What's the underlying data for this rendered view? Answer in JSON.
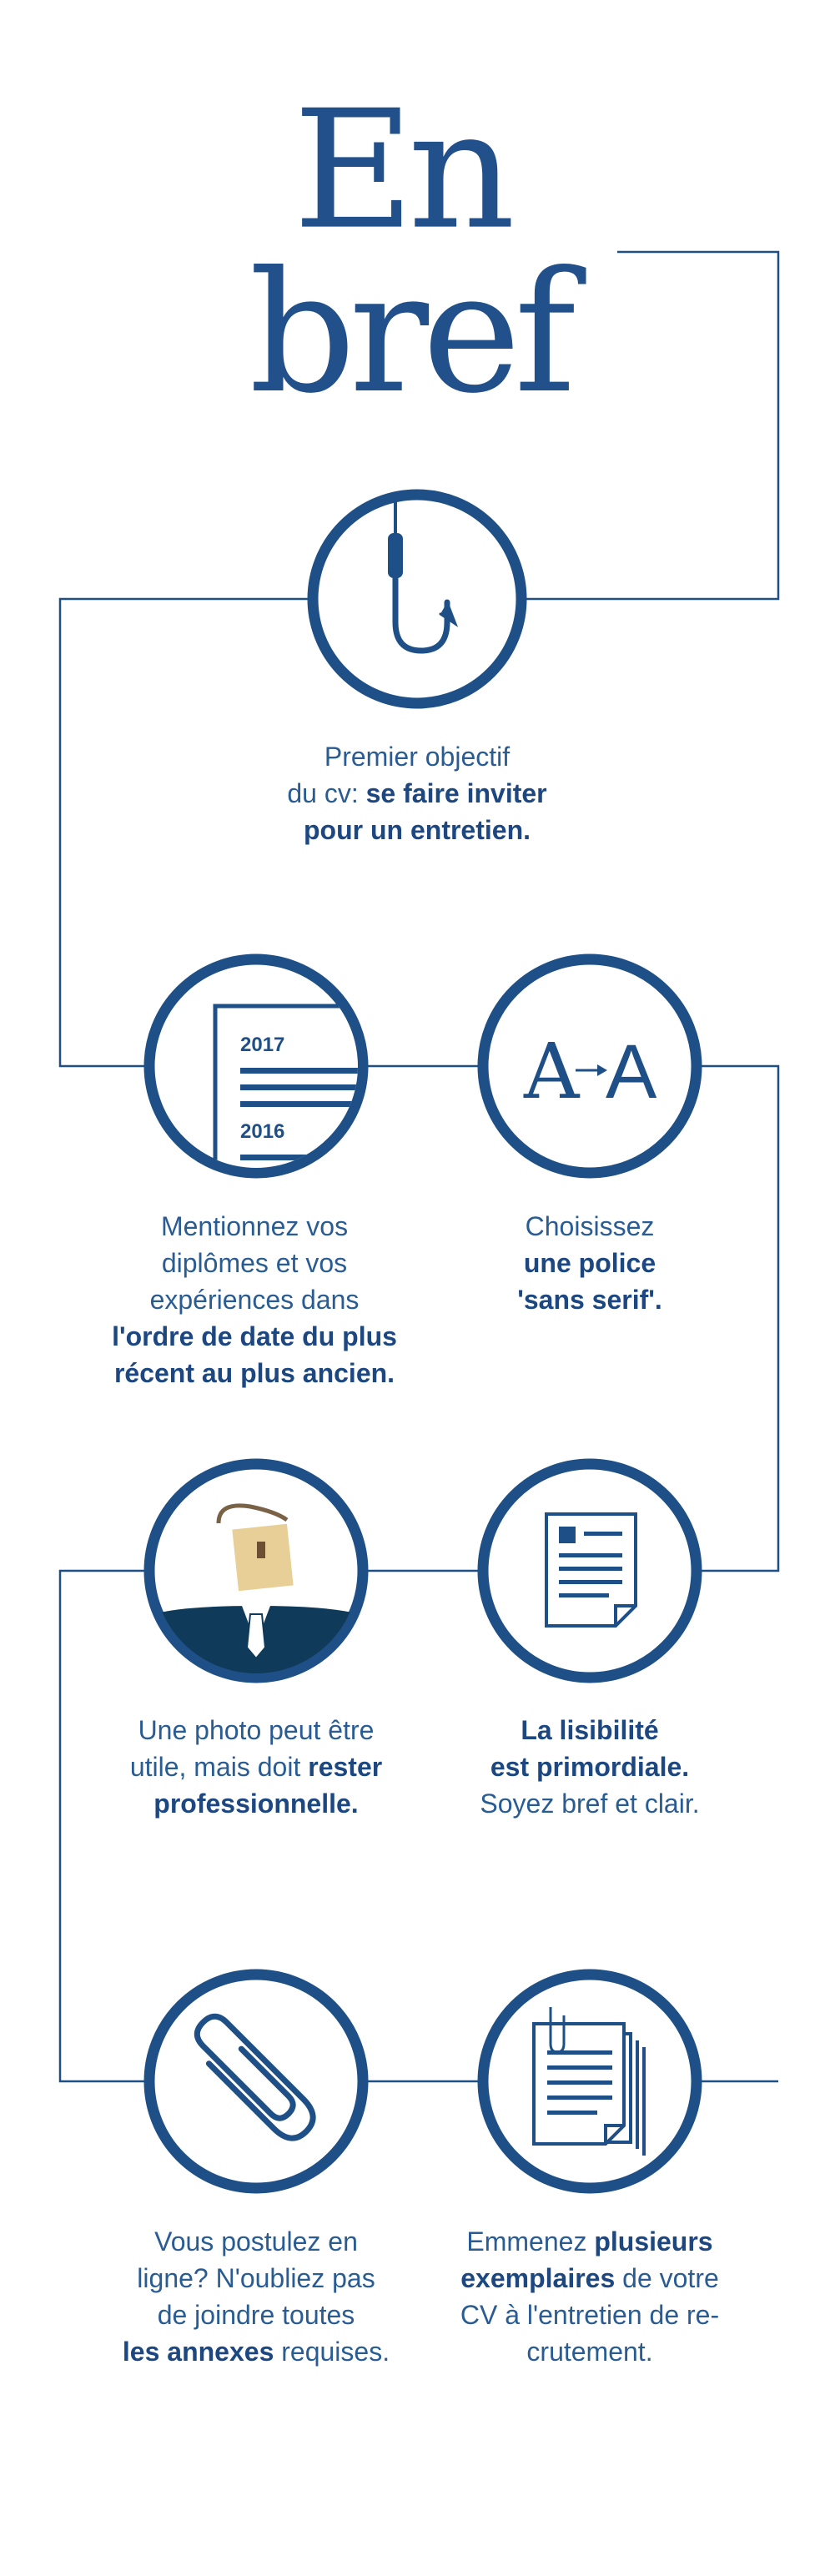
{
  "title": {
    "line1": "En",
    "line2": "bref"
  },
  "colors": {
    "primary": "#1e4f86",
    "navy_dark": "#0f3a5a",
    "tan": "#e8cf97",
    "photo_string": "#7a6247"
  },
  "steps": [
    {
      "icon": "fishing-hook-icon",
      "text_pre": "Premier objectif\ndu cv: ",
      "text_bold": "se faire inviter\npour un entretien.",
      "text_post": ""
    },
    {
      "icon": "diploma-dates-icon",
      "years": [
        "2017",
        "2016"
      ],
      "text_pre": "Mentionnez vos\ndiplômes et vos\nexpériences dans\n",
      "text_bold": "l'ordre de date du plus\nrécent au plus ancien.",
      "text_post": ""
    },
    {
      "icon": "font-change-icon",
      "glyph_from": "A",
      "glyph_to": "A",
      "text_pre": "Choisissez\n",
      "text_bold": "une police\n'sans serif'.",
      "text_post": ""
    },
    {
      "icon": "profile-photo-icon",
      "text_pre": "Une photo peut être\nutile, mais doit ",
      "text_bold": "rester\nprofessionnelle.",
      "text_post": ""
    },
    {
      "icon": "document-icon",
      "text_pre": "",
      "text_bold": "La lisibilité\nest primordiale.",
      "text_post": "\nSoyez bref et clair."
    },
    {
      "icon": "paperclip-icon",
      "text_pre": "Vous postulez en\nligne? N'oubliez pas\nde joindre toutes\n",
      "text_bold": "les annexes",
      "text_post": " requises."
    },
    {
      "icon": "document-copies-icon",
      "text_pre": "Emmenez ",
      "text_bold": "plusieurs\nexemplaires",
      "text_post": " de votre\nCV à l'entretien de re-\ncrutement."
    }
  ]
}
